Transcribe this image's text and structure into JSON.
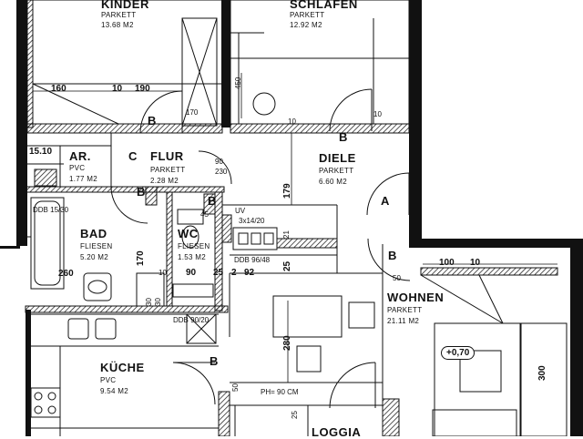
{
  "rooms": {
    "kinder": {
      "name": "KINDER",
      "material": "PARKETT",
      "area": "13.68 M2"
    },
    "schlafen": {
      "name": "SCHLAFEN",
      "material": "PARKETT",
      "area": "12.92 M2"
    },
    "ar": {
      "name": "AR.",
      "material": "PVC",
      "area": "1.77 M2"
    },
    "flur": {
      "name": "FLUR",
      "material": "PARKETT",
      "area": "2.28 M2"
    },
    "diele": {
      "name": "DIELE",
      "material": "PARKETT",
      "area": "6.60 M2"
    },
    "bad": {
      "name": "BAD",
      "material": "FLIESEN",
      "area": "5.20 M2"
    },
    "wc": {
      "name": "WC",
      "material": "FLIESEN",
      "area": "1.53 M2"
    },
    "wohnen": {
      "name": "WOHNEN",
      "material": "PARKETT",
      "area": "21.11 M2"
    },
    "kueche": {
      "name": "KÜCHE",
      "material": "PVC",
      "area": "9.54 M2"
    },
    "loggia": {
      "name": "LOGGIA"
    }
  },
  "dimensions": {
    "d160": "160",
    "d10a": "10",
    "d190": "190",
    "d170a": "170",
    "d450": "450",
    "d10b": "10",
    "d10c": "10",
    "d1510": "15.10",
    "d90": "90",
    "d230": "230",
    "d179": "179",
    "d45": "45",
    "d170b": "170",
    "d260": "260",
    "d90b": "90",
    "d25a": "25",
    "d2": "2",
    "d92": "92",
    "d25b": "25",
    "d21": "21",
    "d50": "50",
    "d100": "100",
    "d10d": "10",
    "d280": "280",
    "d300": "300",
    "d50b": "50",
    "d30": "30",
    "d30b": "30",
    "d10e": "10",
    "d25c": "25"
  },
  "annotations": {
    "ddb1": "DDB 15/30",
    "ddb2": "DDB 96/48",
    "ddb3": "DDB 90/20",
    "ph": "PH= 90 CM",
    "vent": "3x14/20",
    "uv": "UV",
    "level": "+0,70"
  },
  "door_marks": [
    "B",
    "B",
    "B",
    "C",
    "B",
    "A",
    "B",
    "B"
  ]
}
